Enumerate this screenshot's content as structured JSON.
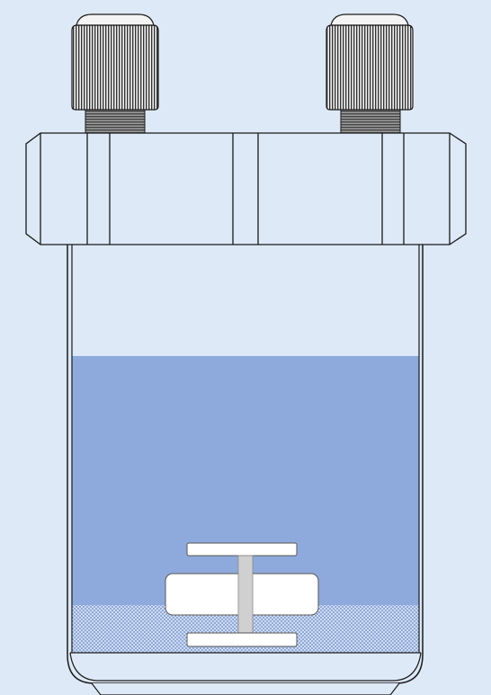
{
  "colors": {
    "background": "#dde9f6",
    "outline": "#1a1a1a",
    "liquid": "#8eaadc",
    "sediment_dots": "#ffffff",
    "stirrer_body": "#ffffff",
    "stirrer_shaft": "#d0d0d0",
    "cap_fill": "#dde9f6",
    "knob_ridges": "#333333"
  },
  "illustration": {
    "elements": [
      "left-knob",
      "right-knob",
      "screw-cap",
      "jar-body",
      "liquid",
      "sediment-layer",
      "magnetic-stirrer"
    ]
  }
}
